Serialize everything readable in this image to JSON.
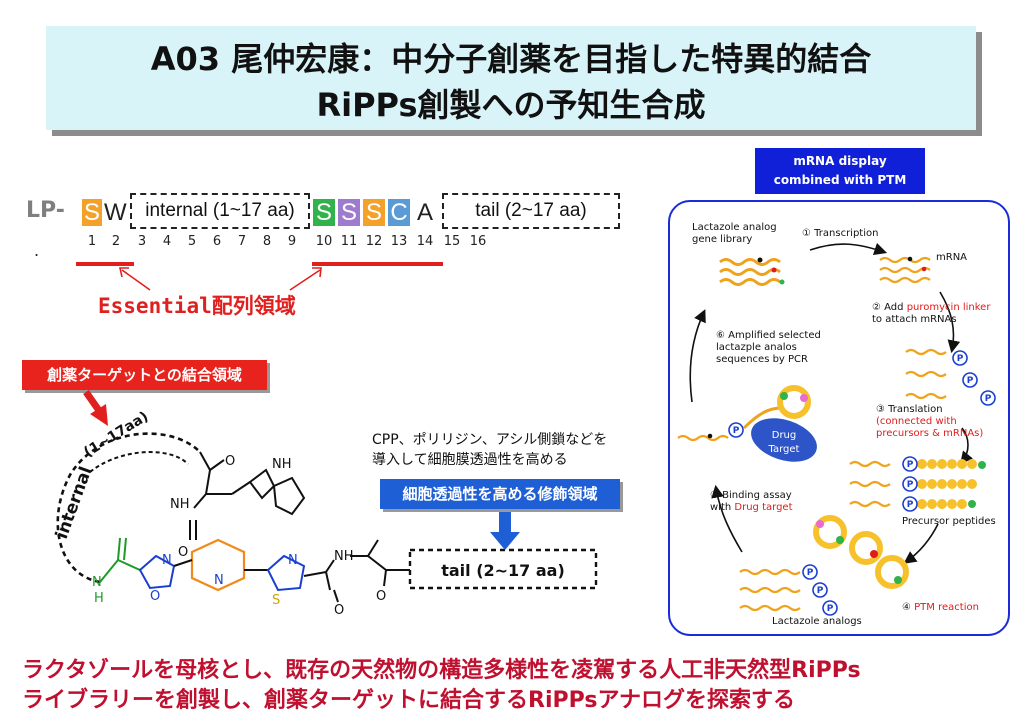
{
  "title": {
    "line1": "A03 尾仲宏康：中分子創薬を目指した特異的結合",
    "line2": "RiPPs創製への予知生合成"
  },
  "sequence": {
    "prefix": "LP-",
    "residues": [
      {
        "letter": "S",
        "color": "#f4a12a"
      },
      {
        "letter": "W",
        "color": ""
      },
      {
        "letter": "S",
        "color": "#2fb34a"
      },
      {
        "letter": "S",
        "color": "#9e7bcf"
      },
      {
        "letter": "S",
        "color": "#f4a12a"
      },
      {
        "letter": "C",
        "color": "#5b9bd5"
      },
      {
        "letter": "A",
        "color": ""
      }
    ],
    "internal_label": "internal (1~17 aa)",
    "tail_label": "tail (2~17 aa)",
    "positions": [
      "1",
      "2",
      "3",
      "4",
      "5",
      "6",
      "7",
      "8",
      "9",
      "10",
      "11",
      "12",
      "13",
      "14",
      "15",
      "16"
    ],
    "marker": ".",
    "essential_label": "Essential配列領域"
  },
  "structure": {
    "target_label": "創薬ターゲットとの結合領域",
    "internal_ring_label": "internal",
    "internal_range": "(1~17aa)",
    "tail_box_label": "tail (2~17 aa)",
    "atoms": {
      "o": "O",
      "n": "N",
      "nh": "NH",
      "h": "H",
      "s": "S"
    },
    "cpp_note_line1": "CPP、ポリリジン、アシル側鎖などを",
    "cpp_note_line2": "導入して細胞膜透過性を高める",
    "permeability_label": "細胞透過性を高める修飾領域"
  },
  "cycle": {
    "header_line1": "mRNA display",
    "header_line2": "combined with PTM",
    "library_line1": "Lactazole analog",
    "library_line2": "gene library",
    "step1": "① Transcription",
    "mrna": "mRNA",
    "step2_prefix": "② Add ",
    "step2_red": "puromycin linker",
    "step2_line2": "to attach mRNAs",
    "step3": "③ Translation",
    "step3_red_line1": "(connected with",
    "step3_red_line2": "precursors & mRNAs)",
    "precursor": "Precursor peptides",
    "step4_prefix": "④ ",
    "step4_red": "PTM reaction",
    "analogs": "Lactazole analogs",
    "step5_line1": "⑤ Binding assay",
    "step5_prefix": "with ",
    "step5_red": "Drug target",
    "step6_line1": "⑥ Amplified selected",
    "step6_line2": "lactazple analos",
    "step6_line3": "sequences by PCR",
    "drug_label_line1": "Drug",
    "drug_label_line2": "Target",
    "p": "P"
  },
  "bottom": {
    "line1": "ラクタゾールを母核とし、既存の天然物の構造多様性を凌駕する人工非天然型RiPPs",
    "line2": "ライブラリーを創製し、創薬ターゲットに結合するRiPPsアナログを探索する"
  },
  "colors": {
    "title_bg": "#d9f4f8",
    "red": "#e0201e",
    "blue": "#1f5fd6",
    "panel_border": "#1b2bd8",
    "bottom_text": "#c01030"
  }
}
